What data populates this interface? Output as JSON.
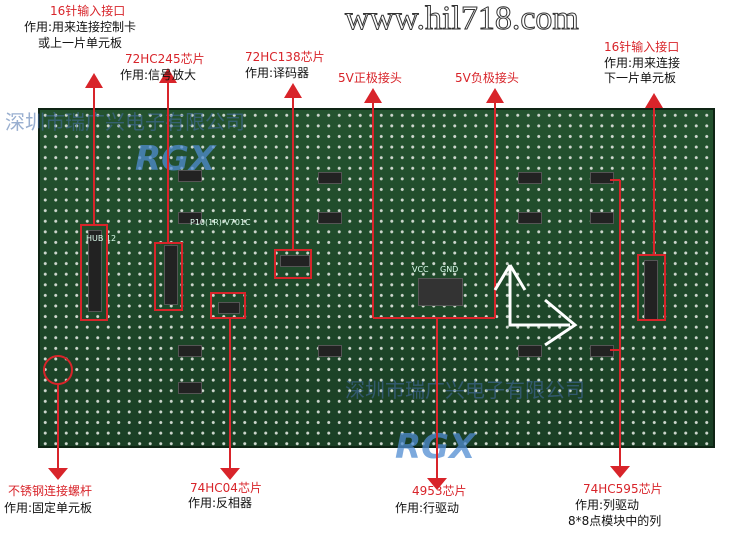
{
  "annotations": {
    "input_left": {
      "title": "16针输入接口",
      "desc1": "作用:用来连接控制卡",
      "desc2": "或上一片单元板"
    },
    "hc245": {
      "title": "72HC245芯片",
      "desc": "作用:信号放大"
    },
    "hc138": {
      "title": "72HC138芯片",
      "desc": "作用:译码器"
    },
    "v5_pos": {
      "title": "5V正极接头"
    },
    "v5_neg": {
      "title": "5V负极接头"
    },
    "input_right": {
      "title": "16针输入接口",
      "desc1": "作用:用来连接",
      "desc2": "下一片单元板"
    },
    "screw": {
      "title": "不锈钢连接螺杆",
      "desc": "作用:固定单元板"
    },
    "hc04": {
      "title": "74HC04芯片",
      "desc": "作用:反相器"
    },
    "chip4953": {
      "title": "4953芯片",
      "desc": "作用:行驱动"
    },
    "hc595": {
      "title": "74HC595芯片",
      "desc1": "作用:列驱动",
      "desc2": "8*8点模块中的列"
    }
  },
  "board": {
    "model": "P10(1R)-V701C",
    "vcc": "VCC",
    "gnd": "GND",
    "hub": "HUB 12"
  },
  "watermark": {
    "company": "深圳市瑞广兴电子有限公司",
    "brand": "RGX",
    "url": "www.hil718.com"
  },
  "colors": {
    "accent": "#d8242a",
    "board": "#1f4a2b"
  }
}
